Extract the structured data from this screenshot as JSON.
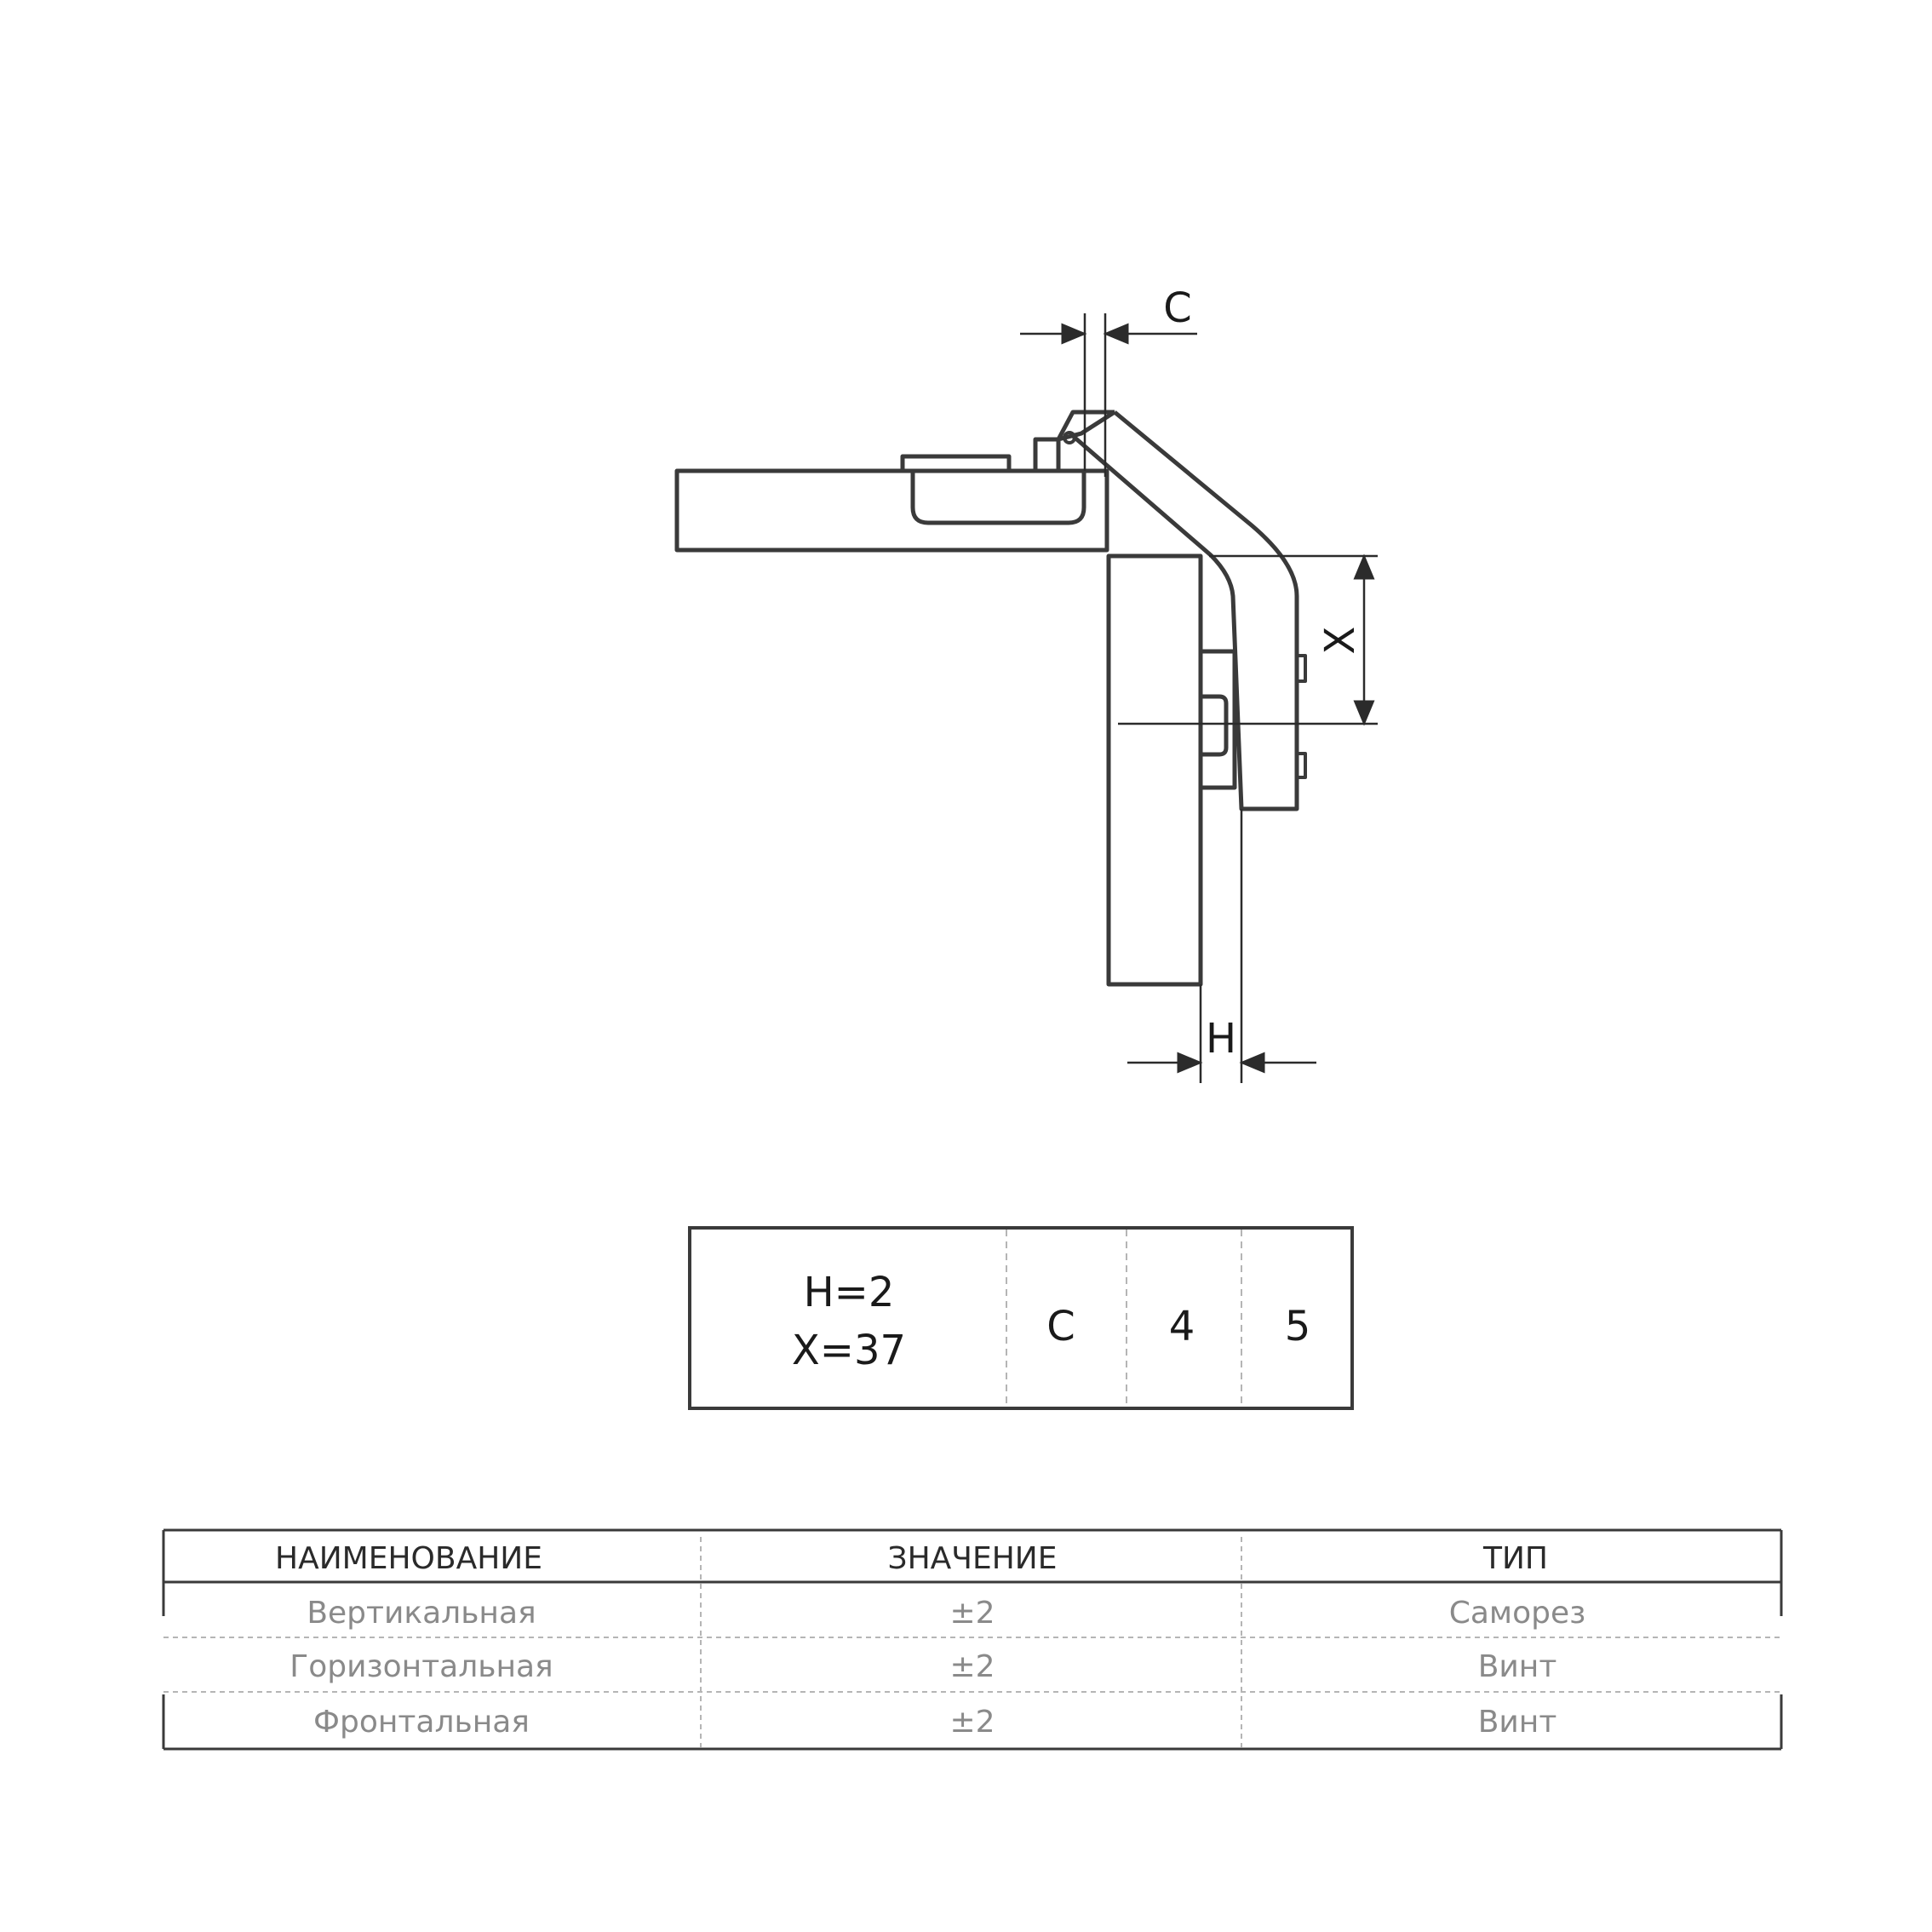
{
  "diagram": {
    "labels": {
      "c": "C",
      "x": "X",
      "h": "H"
    }
  },
  "param_box": {
    "h_value": "H=2",
    "x_value": "X=37",
    "cells": [
      "C",
      "4",
      "5"
    ]
  },
  "spec_table": {
    "headers": [
      "НАИМЕНОВАНИЕ",
      "ЗНАЧЕНИЕ",
      "ТИП"
    ],
    "rows": [
      [
        "Вертикальная",
        "±2",
        "Саморез"
      ],
      [
        "Горизонтальная",
        "±2",
        "Винт"
      ],
      [
        "Фронтальная",
        "±2",
        "Винт"
      ]
    ]
  },
  "colors": {
    "line": "#3a3a3a",
    "dashed": "#b5b5b5",
    "text": "#1a1a1a",
    "muted_text": "#8a8a8a"
  }
}
